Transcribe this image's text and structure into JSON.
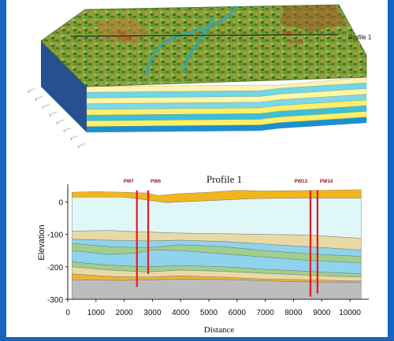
{
  "block_diagram": {
    "profile_label": "Profile 1",
    "well_labels": [
      "PW7",
      "PW6",
      "PW13",
      "PW14"
    ],
    "y_axis_ticks": [
      "2°°°°°",
      "2°°°°°",
      "2°°°°°",
      "2°°°°°",
      "2°°°°°",
      "2°°°°°",
      "2°°°°°",
      "2°°°°°"
    ],
    "layer_colors": [
      "#fdf3b3",
      "#6fd7e5",
      "#fff7a6",
      "#7ed8e6",
      "#ffef6a",
      "#3bbfdc",
      "#fff066",
      "#1b8fd3"
    ]
  },
  "profile": {
    "title": "Profile 1",
    "xlabel": "Distance",
    "ylabel": "Elevation",
    "x_ticks": [
      "0",
      "1000",
      "2000",
      "3000",
      "4000",
      "5000",
      "6000",
      "7000",
      "8000",
      "9000",
      "10000"
    ],
    "y_ticks": [
      "0",
      "-100",
      "-200",
      "-300"
    ],
    "wells": [
      {
        "name": "PW7",
        "distance": 2450
      },
      {
        "name": "PW6",
        "distance": 2850
      },
      {
        "name": "PW13",
        "distance": 8600
      },
      {
        "name": "PW14",
        "distance": 8850
      }
    ],
    "colors": {
      "surface": "#f2b51c",
      "upper": "#dff7f7",
      "tan": "#e8d9a6",
      "blue": "#8fd3ec",
      "green": "#9fcf8d",
      "orange": "#f2b234",
      "basement": "#bdbdbd",
      "well": "#e8181f"
    }
  }
}
